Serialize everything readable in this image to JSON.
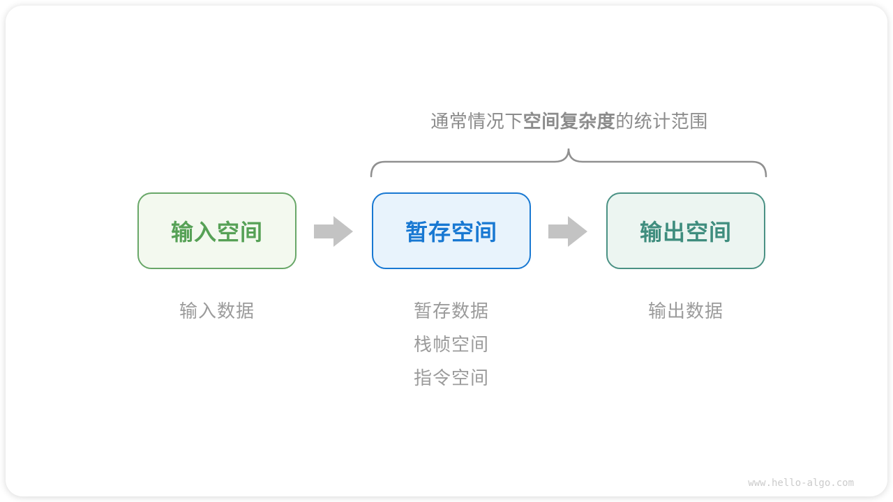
{
  "diagram": {
    "title": {
      "prefix": "通常情况下",
      "emphasis": "空间复杂度",
      "suffix": "的统计范围"
    },
    "nodes": [
      {
        "label": "输入空间",
        "theme": "green",
        "text_color": "#56a156",
        "border_color": "#68a768",
        "bg_color": "#f3f9ef"
      },
      {
        "label": "暂存空间",
        "theme": "blue",
        "text_color": "#1878d2",
        "border_color": "#1878d2",
        "bg_color": "#e8f3fc"
      },
      {
        "label": "输出空间",
        "theme": "teal",
        "text_color": "#3f8d7e",
        "border_color": "#4a9184",
        "bg_color": "#ecf5f1"
      }
    ],
    "captions": {
      "input": [
        "输入数据"
      ],
      "buffer": [
        "暂存数据",
        "栈帧空间",
        "指令空间"
      ],
      "output": [
        "输出数据"
      ]
    },
    "watermark": "www.hello-algo.com",
    "colors": {
      "arrow": "#c3c3c3",
      "brace": "#909090",
      "title_text": "#8b8b8b",
      "caption_text": "#9b9b9b",
      "watermark_text": "#cbcbcb"
    }
  }
}
